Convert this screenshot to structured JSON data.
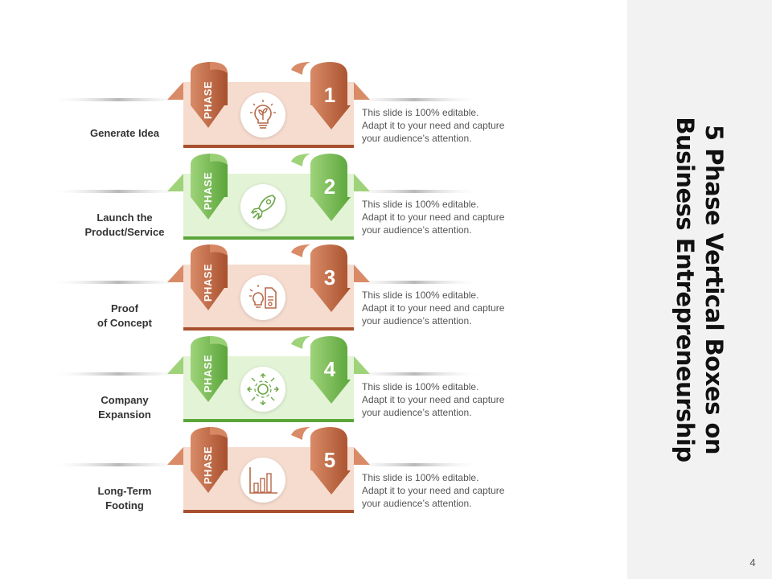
{
  "slide": {
    "title_line1": "5 Phase Vertical Boxes on",
    "title_line2": "Business Entrepreneurship",
    "page_number": "4"
  },
  "colors": {
    "orange_dark": "#a8502e",
    "orange_light": "#d98b67",
    "orange_band": "#f6dccf",
    "green_dark": "#5aa53a",
    "green_light": "#9fd37a",
    "green_band": "#e2f3d6",
    "icon_orange": "#b86a4b",
    "icon_green": "#6aa646"
  },
  "phases": [
    {
      "phase_word": "PHASE",
      "number": "1",
      "label_lines": [
        "Generate Idea"
      ],
      "desc_lines": [
        "This slide is 100% editable.",
        "Adapt it to your need and capture",
        "your audience’s attention."
      ],
      "color": "orange",
      "icon": "lightbulb-plant-icon"
    },
    {
      "phase_word": "PHASE",
      "number": "2",
      "label_lines": [
        "Launch the",
        "Product/Service"
      ],
      "desc_lines": [
        "This slide is 100% editable.",
        "Adapt it to your need and capture",
        "your audience’s attention."
      ],
      "color": "green",
      "icon": "rocket-icon"
    },
    {
      "phase_word": "PHASE",
      "number": "3",
      "label_lines": [
        "Proof",
        "of Concept"
      ],
      "desc_lines": [
        "This slide is 100% editable.",
        "Adapt it to your need and capture",
        "your audience’s attention."
      ],
      "color": "orange",
      "icon": "idea-document-icon"
    },
    {
      "phase_word": "PHASE",
      "number": "4",
      "label_lines": [
        "Company",
        "Expansion"
      ],
      "desc_lines": [
        "This slide is 100% editable.",
        "Adapt it to your need and capture",
        "your audience’s attention."
      ],
      "color": "green",
      "icon": "gear-arrows-icon"
    },
    {
      "phase_word": "PHASE",
      "number": "5",
      "label_lines": [
        "Long-Term",
        "Footing"
      ],
      "desc_lines": [
        "This slide is 100% editable.",
        "Adapt it to your need and capture",
        "your audience’s attention."
      ],
      "color": "orange",
      "icon": "bar-chart-icon"
    }
  ]
}
